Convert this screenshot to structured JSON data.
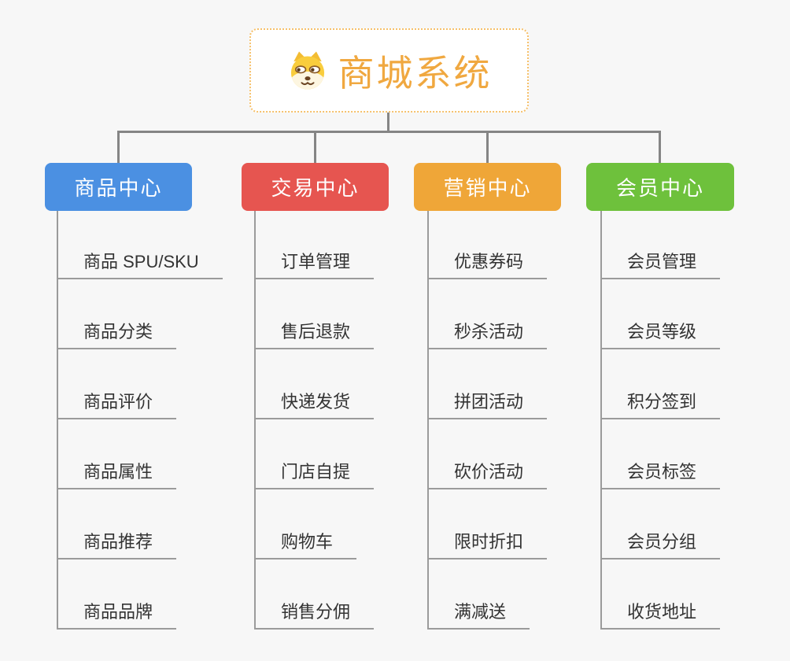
{
  "page": {
    "background": "#f7f7f7"
  },
  "root": {
    "title": "商城系统",
    "title_color": "#f0a840",
    "border_color": "#f6c06a",
    "icon": "dog-face-icon"
  },
  "connectors": {
    "line_color": "#858585",
    "underline_color": "#9b9b9b"
  },
  "branches": [
    {
      "label": "商品中心",
      "color": "#4b90e2",
      "children": [
        "商品 SPU/SKU",
        "商品分类",
        "商品评价",
        "商品属性",
        "商品推荐",
        "商品品牌"
      ]
    },
    {
      "label": "交易中心",
      "color": "#e65550",
      "children": [
        "订单管理",
        "售后退款",
        "快递发货",
        "门店自提",
        "购物车",
        "销售分佣"
      ]
    },
    {
      "label": "营销中心",
      "color": "#efa638",
      "children": [
        "优惠券码",
        "秒杀活动",
        "拼团活动",
        "砍价活动",
        "限时折扣",
        "满减送"
      ]
    },
    {
      "label": "会员中心",
      "color": "#6ec13c",
      "children": [
        "会员管理",
        "会员等级",
        "积分签到",
        "会员标签",
        "会员分组",
        "收货地址"
      ]
    }
  ]
}
